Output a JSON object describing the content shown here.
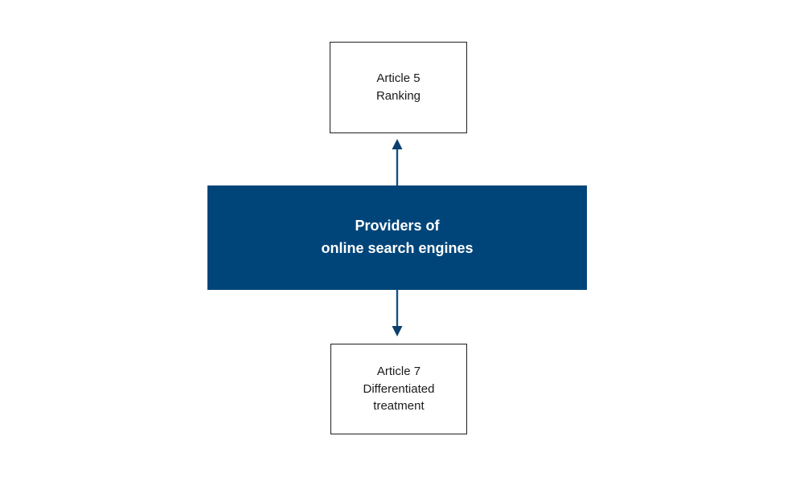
{
  "diagram": {
    "nodes": {
      "top": {
        "lines": [
          "Article 5",
          "Ranking"
        ]
      },
      "center": {
        "lines": [
          "Providers of",
          "online search engines"
        ]
      },
      "bottom": {
        "lines": [
          "Article 7",
          "Differentiated",
          "treatment"
        ]
      }
    },
    "arrows": [
      {
        "name": "center-to-top",
        "direction": "up"
      },
      {
        "name": "center-to-bottom",
        "direction": "down"
      }
    ],
    "colors": {
      "center_box_fill": "#004579",
      "center_box_text": "#ffffff",
      "outlined_box_border": "#1f1f1f",
      "outlined_box_text": "#1a1a1a",
      "arrow_stem": "#155181",
      "arrow_head": "#0b3f6d",
      "background": "#ffffff"
    }
  }
}
